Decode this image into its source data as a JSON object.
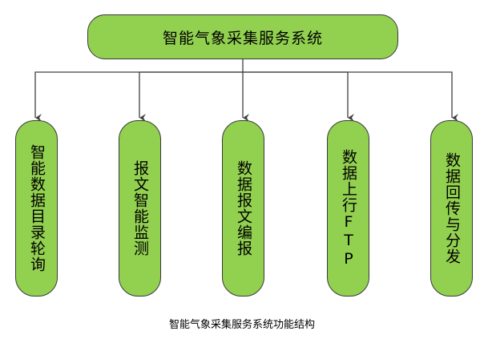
{
  "diagram": {
    "root": {
      "label": "智能气象采集服务系统"
    },
    "children": [
      {
        "label": "智能数据目录轮询"
      },
      {
        "label": "报文智能监测"
      },
      {
        "label": "数据报文编报"
      },
      {
        "label": "数据上行FTP"
      },
      {
        "label": "数据回传与分发"
      }
    ],
    "caption": "智能气象采集服务系统功能结构",
    "colors": {
      "box_fill": "#92d050",
      "box_border": "#3a3a3a",
      "connector": "#404040"
    }
  }
}
